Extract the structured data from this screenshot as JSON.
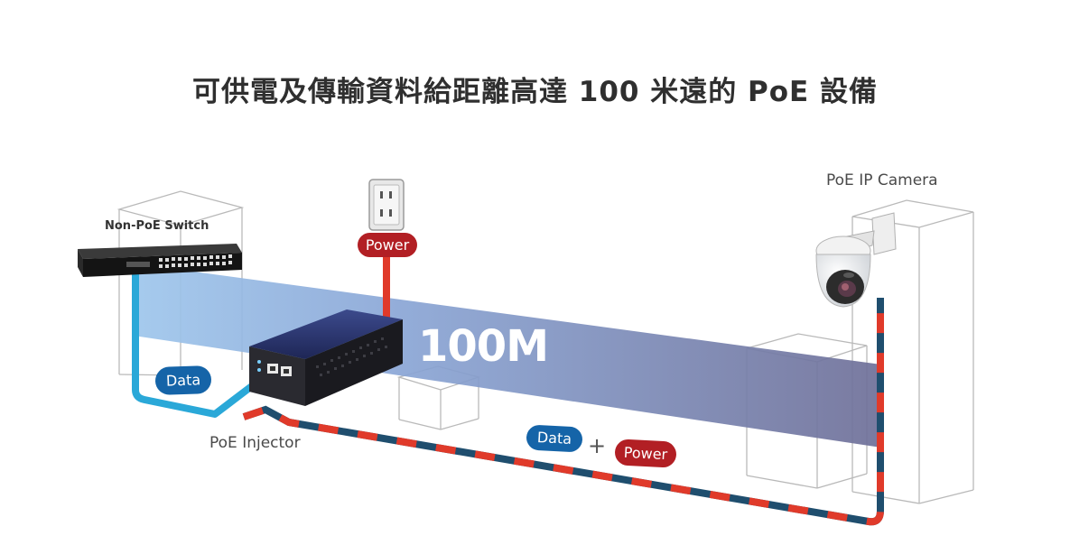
{
  "title": "可供電及傳輸資料給距離高達 100 米遠的 PoE 設備",
  "labels": {
    "switch": "Non-PoE Switch",
    "camera": "PoE IP Camera",
    "injector": "PoE Injector"
  },
  "pills": {
    "power_top": "Power",
    "data_left": "Data",
    "data_combo": "Data",
    "plus": "+",
    "power_combo": "Power"
  },
  "distance": "100M",
  "colors": {
    "data_blue": "#1564a8",
    "cable_cyan": "#2aa8d8",
    "power_red": "#b21f24",
    "cable_navy": "#1f4e6e",
    "cable_red": "#e03a2a"
  },
  "icons": [
    "wall-outlet-icon",
    "network-switch-icon",
    "poe-injector-icon",
    "dome-camera-icon"
  ]
}
